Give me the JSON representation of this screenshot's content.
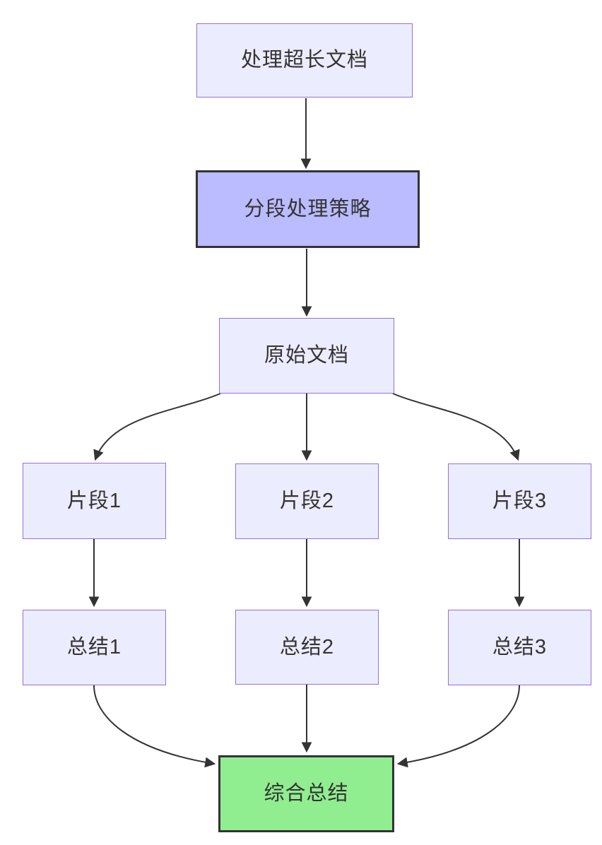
{
  "diagram": {
    "type": "flowchart",
    "direction": "top-down",
    "nodes": [
      {
        "id": "A",
        "label": "处理超长文档",
        "kind": "default"
      },
      {
        "id": "B",
        "label": "分段处理策略",
        "kind": "strategy"
      },
      {
        "id": "C",
        "label": "原始文档",
        "kind": "default"
      },
      {
        "id": "D",
        "label": "片段1",
        "kind": "default"
      },
      {
        "id": "E",
        "label": "片段2",
        "kind": "default"
      },
      {
        "id": "F",
        "label": "片段3",
        "kind": "default"
      },
      {
        "id": "G",
        "label": "总结1",
        "kind": "default"
      },
      {
        "id": "H",
        "label": "总结2",
        "kind": "default"
      },
      {
        "id": "I",
        "label": "总结3",
        "kind": "default"
      },
      {
        "id": "J",
        "label": "综合总结",
        "kind": "result"
      }
    ],
    "edges": [
      {
        "from": "A",
        "to": "B"
      },
      {
        "from": "B",
        "to": "C"
      },
      {
        "from": "C",
        "to": "D"
      },
      {
        "from": "C",
        "to": "E"
      },
      {
        "from": "C",
        "to": "F"
      },
      {
        "from": "D",
        "to": "G"
      },
      {
        "from": "E",
        "to": "H"
      },
      {
        "from": "F",
        "to": "I"
      },
      {
        "from": "G",
        "to": "J"
      },
      {
        "from": "H",
        "to": "J"
      },
      {
        "from": "I",
        "to": "J"
      }
    ],
    "colors": {
      "node_fill": "#ECECFF",
      "node_border": "#9370DB",
      "strategy_fill": "#bbbbff",
      "strategy_border": "#333333",
      "result_fill": "#90EE90",
      "result_border": "#333333",
      "edge": "#333333",
      "text": "#333333"
    }
  }
}
